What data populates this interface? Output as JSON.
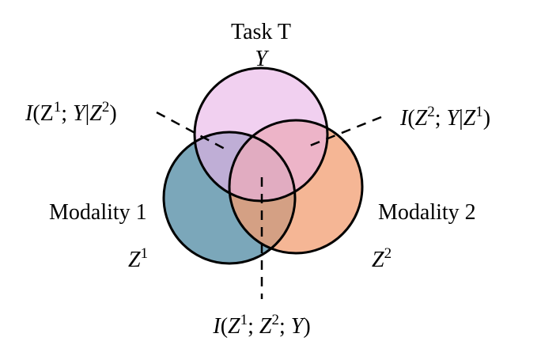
{
  "task": {
    "title": "Task T",
    "variable": "Y",
    "color": "#e9b3e6"
  },
  "modality1": {
    "title": "Modality 1",
    "variable": "Z",
    "superscript": "1",
    "color": "#4f89a3"
  },
  "modality2": {
    "title": "Modality 2",
    "variable": "Z",
    "superscript": "2",
    "color": "#f19d71"
  },
  "annotations": {
    "unique_1": {
      "I": "I",
      "open": "(",
      "z1": "Z",
      "s1": "1",
      "sep1": "; ",
      "y": "Y",
      "bar": "|",
      "z2": "Z",
      "s2": "2",
      "close": ")"
    },
    "unique_2": {
      "I": "I",
      "open": "(",
      "z1": "Z",
      "s1": "2",
      "sep1": "; ",
      "y": "Y",
      "bar": "|",
      "z2": "Z",
      "s2": "1",
      "close": ")"
    },
    "shared": {
      "I": "I",
      "open": "(",
      "z1": "Z",
      "s1": "1",
      "sep1": "; ",
      "z2": "Z",
      "s2": "2",
      "sep2": "; ",
      "y": "Y",
      "close": ")"
    }
  }
}
